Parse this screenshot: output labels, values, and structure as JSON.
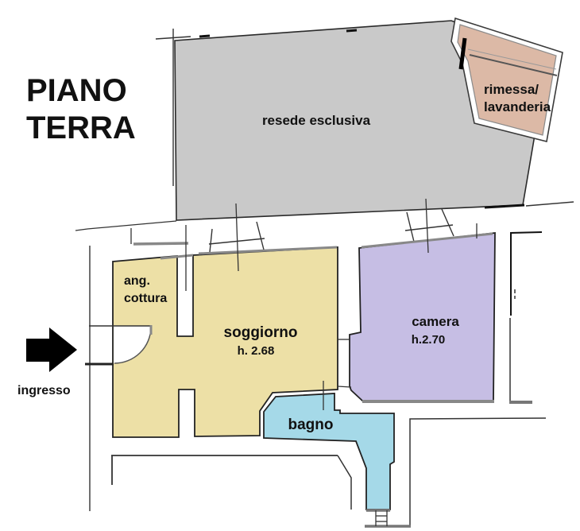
{
  "plan": {
    "title_line1": "PIANO",
    "title_line2": "TERRA",
    "rooms": {
      "resede": {
        "label": "resede esclusiva",
        "color": "#c9c9c9"
      },
      "rimessa": {
        "label_line1": "rimessa/",
        "label_line2": "lavanderia",
        "color": "#dcb9a6"
      },
      "cottura": {
        "label_line1": "ang.",
        "label_line2": "cottura"
      },
      "soggiorno": {
        "label": "soggiorno",
        "height_note": "h. 2.68",
        "color": "#ede0a6"
      },
      "camera": {
        "label": "camera",
        "height_note": "h.2.70",
        "color": "#c6bee4"
      },
      "bagno": {
        "label": "bagno",
        "color": "#a5d9e8"
      }
    },
    "entrance": {
      "label": "ingresso",
      "arrow_color": "#000000"
    },
    "wall_ink": "#1a1a1a",
    "thick_wall_gray": "#888888"
  }
}
